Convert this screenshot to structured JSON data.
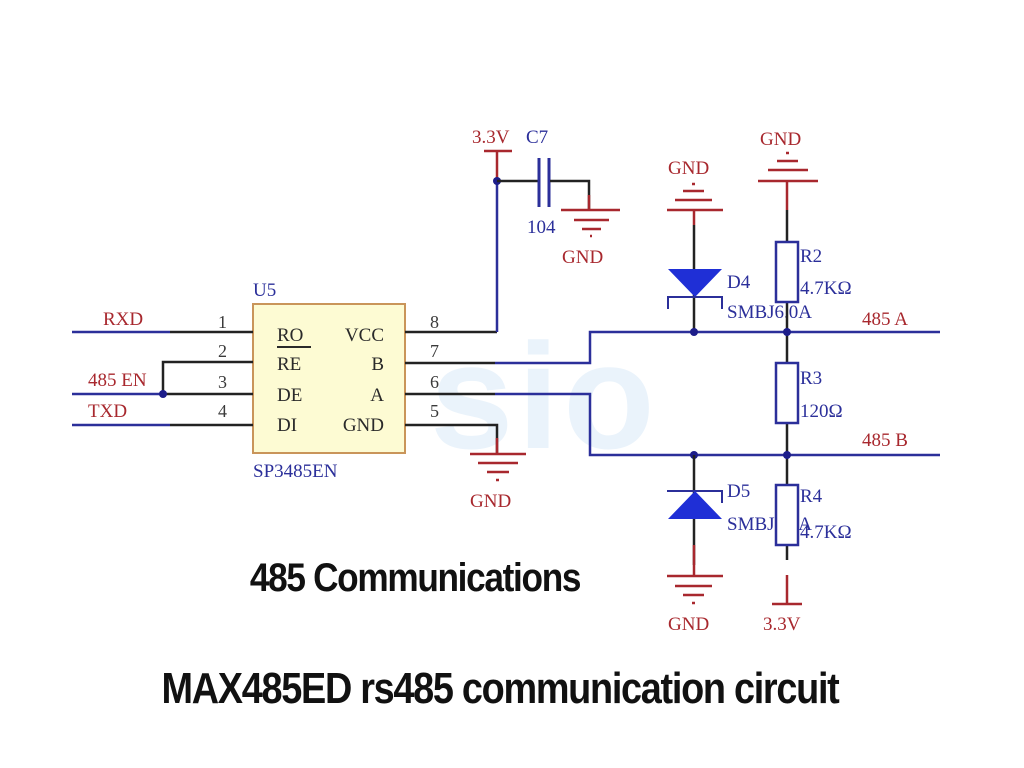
{
  "watermark": "sio",
  "ic": {
    "ref": "U5",
    "part": "SP3485EN",
    "left_pins": [
      {
        "num": "1",
        "name": "RO",
        "net": "RXD"
      },
      {
        "num": "2",
        "name": "RE",
        "net": ""
      },
      {
        "num": "3",
        "name": "DE",
        "net": "485 EN"
      },
      {
        "num": "4",
        "name": "DI",
        "net": "TXD"
      }
    ],
    "right_pins": [
      {
        "num": "8",
        "name": "VCC"
      },
      {
        "num": "7",
        "name": "B"
      },
      {
        "num": "6",
        "name": "A"
      },
      {
        "num": "5",
        "name": "GND"
      }
    ]
  },
  "capacitor": {
    "ref": "C7",
    "value": "104",
    "supply": "3.3V",
    "ground": "GND"
  },
  "ic_ground": "GND",
  "diodes": [
    {
      "ref": "D4",
      "part": "SMBJ6.0A",
      "ground": "GND"
    },
    {
      "ref": "D5",
      "part": "SMBJ6.0A",
      "ground": "GND"
    }
  ],
  "resistors": [
    {
      "ref": "R2",
      "value": "4.7KΩ",
      "rail": "GND"
    },
    {
      "ref": "R3",
      "value": "120Ω"
    },
    {
      "ref": "R4",
      "value": "4.7KΩ",
      "rail": "3.3V"
    }
  ],
  "nets": {
    "a": "485  A",
    "b": "485  B"
  },
  "captions": {
    "title": "485 Communications",
    "subtitle": "MAX485ED rs485 communication circuit"
  }
}
